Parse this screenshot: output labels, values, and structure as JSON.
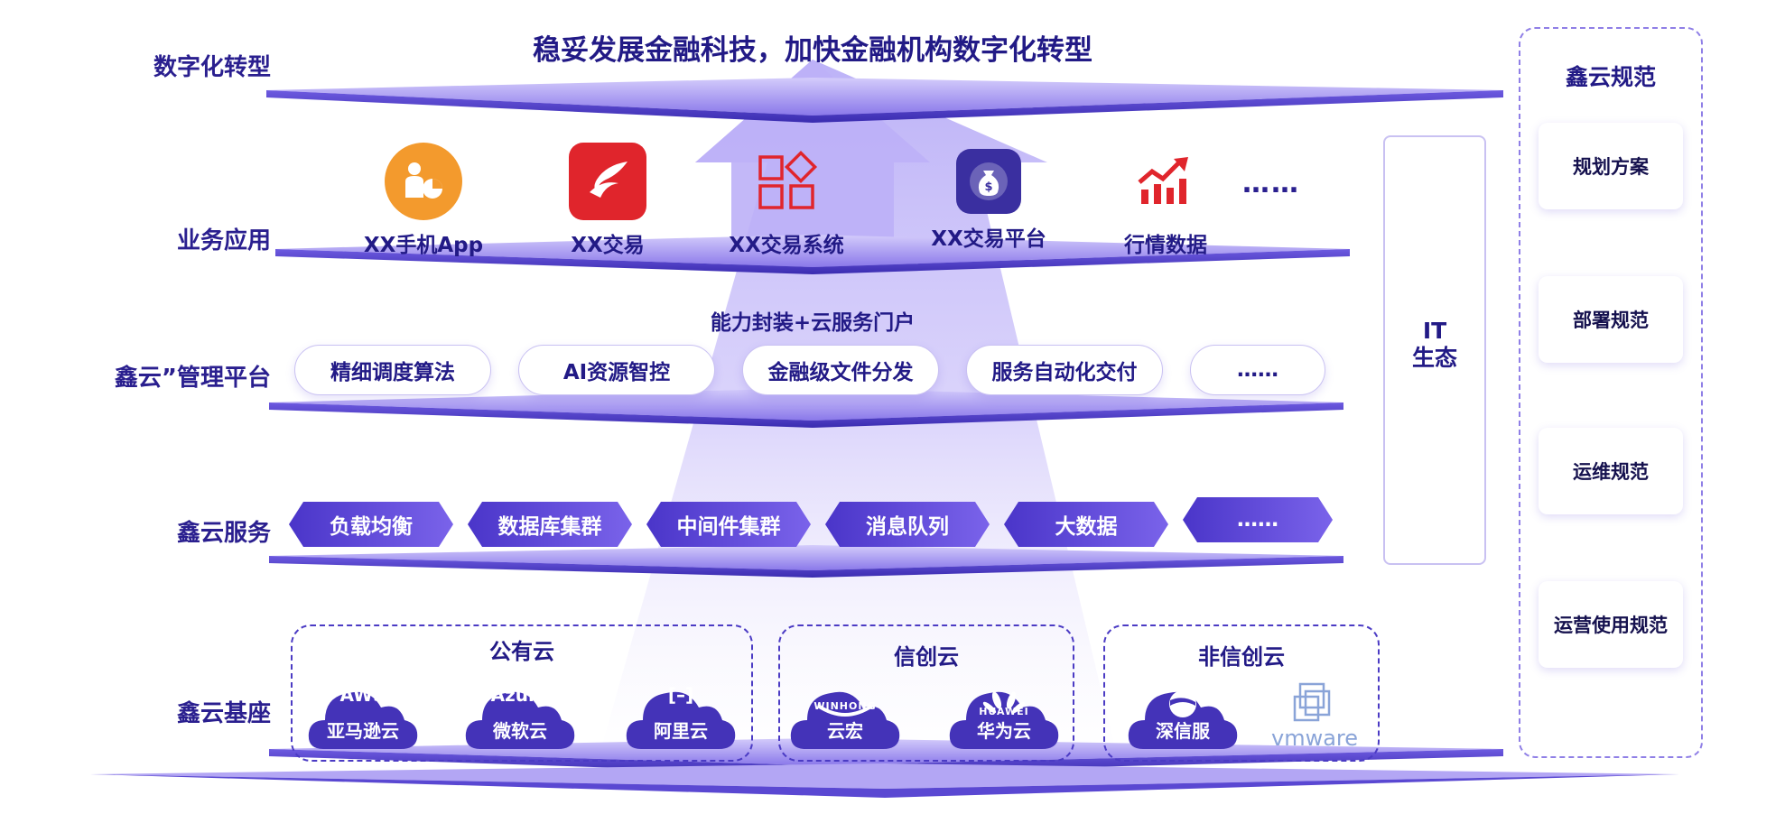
{
  "headline": "稳妥发展金融科技，加快金融机构数字化转型",
  "layers": [
    {
      "label": "数字化转型"
    },
    {
      "label": "业务应用"
    },
    {
      "label": "鑫云”管理平台"
    },
    {
      "label": "鑫云服务"
    },
    {
      "label": "鑫云基座"
    }
  ],
  "apps": [
    {
      "label": "XX手机App",
      "icon": "person-chart-icon",
      "color": "#f39a2d"
    },
    {
      "label": "XX交易",
      "icon": "swoosh-logo-icon",
      "color": "#e0252c"
    },
    {
      "label": "XX交易系统",
      "icon": "app-grid-icon",
      "color": "#e0252c"
    },
    {
      "label": "XX交易平台",
      "icon": "money-bag-icon",
      "color": "#3a2fa0"
    },
    {
      "label": "行情数据",
      "icon": "trend-up-icon",
      "color": "#e0252c"
    }
  ],
  "apps_more": "……",
  "platform": {
    "title": "能力封装+云服务门户",
    "pills": [
      "精细调度算法",
      "AI资源智控",
      "金融级文件分发",
      "服务自动化交付",
      "……"
    ]
  },
  "services": [
    "负载均衡",
    "数据库集群",
    "中间件集群",
    "消息队列",
    "大数据",
    "……"
  ],
  "foundation": {
    "groups": [
      {
        "title": "公有云",
        "clouds": [
          {
            "top": "AWS",
            "bottom": "亚马逊云"
          },
          {
            "top": "Azure",
            "bottom": "微软云"
          },
          {
            "top": "[–]",
            "bottom": "阿里云"
          }
        ]
      },
      {
        "title": "信创云",
        "clouds": [
          {
            "top": "WINHONG",
            "bottom": "云宏"
          },
          {
            "top": "HUAWEI",
            "bottom": "华为云"
          }
        ]
      },
      {
        "title": "非信创云",
        "clouds": [
          {
            "top": "",
            "bottom": "深信服"
          }
        ],
        "extra": "vmware"
      }
    ]
  },
  "it_ecosystem": {
    "line1": "IT",
    "line2": "生态"
  },
  "specs": {
    "title": "鑫云规范",
    "items": [
      "规划方案",
      "部署规范",
      "运维规范",
      "运营使用规范"
    ]
  },
  "colors": {
    "primary": "#3f2fb8",
    "accent": "#8a78ea",
    "light": "#d9d2fb",
    "text": "#221a86"
  }
}
